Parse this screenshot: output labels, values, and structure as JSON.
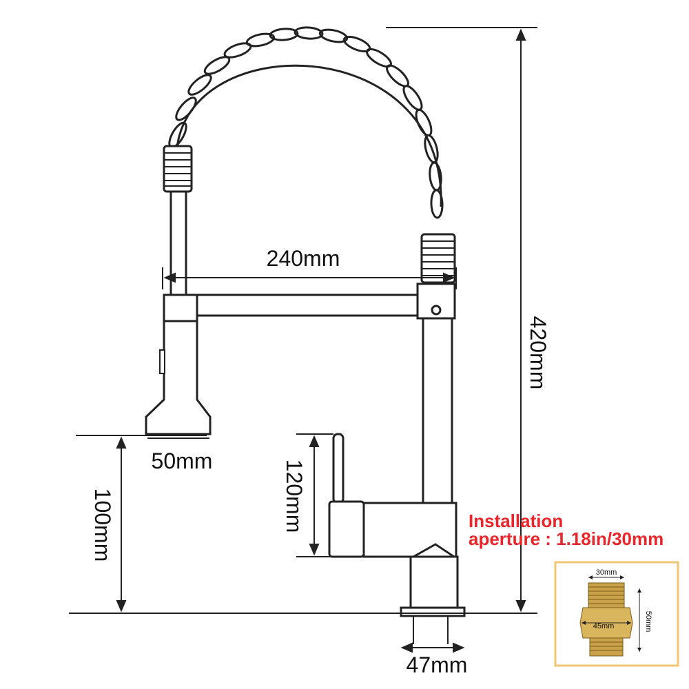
{
  "dimensions": {
    "spout_reach": "240mm",
    "total_height": "420mm",
    "sprayer_width": "50mm",
    "sprayer_height": "100mm",
    "handle_height": "120mm",
    "base_diameter": "47mm"
  },
  "installation_note": {
    "line1": "Installation",
    "line2": "aperture : 1.18in/30mm",
    "color": "#e8262b"
  },
  "connector_inset": {
    "top_width": "30mm",
    "middle_width": "45mm",
    "height": "50mm",
    "frame_color": "#f0c674",
    "brass_color": "#c9a24a"
  }
}
